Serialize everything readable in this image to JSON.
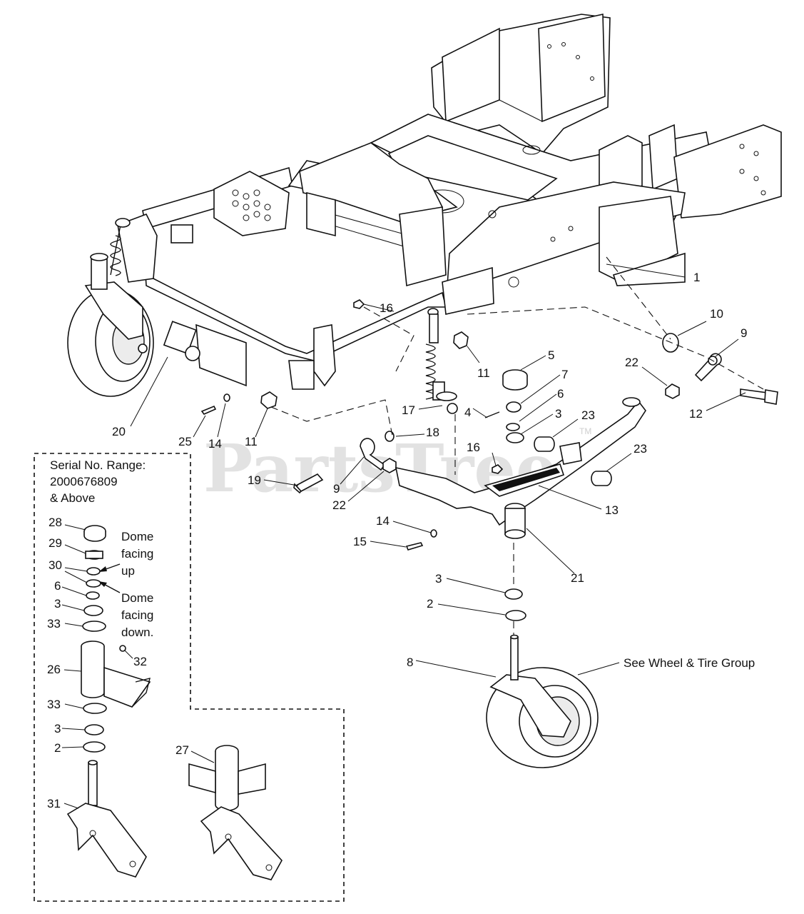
{
  "diagram": {
    "watermark": "PartsTree",
    "watermark_tm": "TM",
    "serial_note": [
      "Serial No. Range:",
      "2000676809",
      "& Above"
    ],
    "dome_up": [
      "Dome",
      "facing",
      "up"
    ],
    "dome_down": [
      "Dome",
      "facing",
      "down."
    ],
    "wheel_note": "See Wheel & Tire Group",
    "callouts": {
      "c1": "1",
      "c2": "2",
      "c3": "3",
      "c4": "4",
      "c5": "5",
      "c6": "6",
      "c7": "7",
      "c8": "8",
      "c9": "9",
      "c10": "10",
      "c11": "11",
      "c12": "12",
      "c13": "13",
      "c14": "14",
      "c15": "15",
      "c16": "16",
      "c17": "17",
      "c18": "18",
      "c19": "19",
      "c20": "20",
      "c21": "21",
      "c22": "22",
      "c23": "23",
      "c25": "25",
      "c26": "26",
      "c27": "27",
      "c28": "28",
      "c29": "29",
      "c30": "30",
      "c31": "31",
      "c32": "32",
      "c33": "33"
    }
  }
}
